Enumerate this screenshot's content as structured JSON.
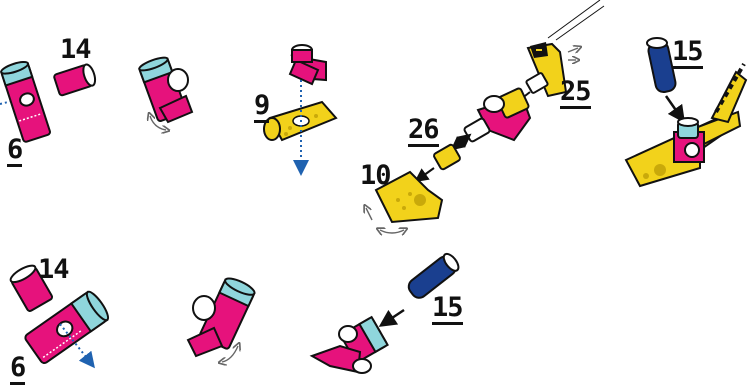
{
  "labels": {
    "s1_part_a": "14",
    "s1_part_b": "6",
    "s3_part": "9",
    "s4_part_a": "25",
    "s4_part_b": "26",
    "s4_part_c": "10",
    "s5_part": "15",
    "s6_part_a": "14",
    "s6_part_b": "6",
    "s8_part": "15"
  },
  "colors": {
    "magenta": "#e6127c",
    "cyan": "#8fd6dc",
    "yellow": "#f2d21b",
    "yellow_dark": "#c9a90a",
    "blue": "#1a3f8f",
    "gray_arrow": "#666666",
    "guide_blue": "#1f62b0",
    "outline": "#111111"
  },
  "icons": [
    "rotate-arrow-icon",
    "guide-dotted-arrow",
    "insert-arrow-icon"
  ]
}
